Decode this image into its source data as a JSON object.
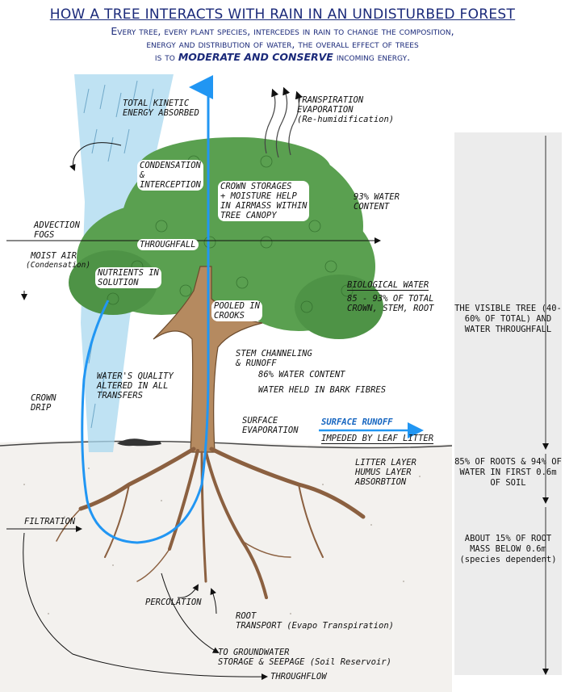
{
  "header": {
    "title": "HOW A TREE INTERACTS WITH RAIN IN AN UNDISTURBED FOREST",
    "subtitle_line1": "Every tree, every plant species, intercedes in rain to change the composition,",
    "subtitle_line2": "energy and distribution of water, the overall effect of trees",
    "subtitle_line3_pre": "is to",
    "subtitle_emphasis": "MODERATE AND CONSERVE",
    "subtitle_line3_post": "incoming energy."
  },
  "labels": {
    "kinetic": "TOTAL KINETIC\nENERGY ABSORBED",
    "transpiration": "TRANSPIRATION\nEVAPORATION\n(Re-humidification)",
    "condensation": "CONDENSATION\n&\nINTERCEPTION",
    "crown_storages": "CROWN STORAGES\n+ MOISTURE HELP\nIN AIRMASS WITHIN\nTREE CANOPY",
    "water_93": "93% WATER\nCONTENT",
    "advection": "ADVECTION\nFOGS",
    "throughfall": "THROUGHFALL",
    "moist_air": "MOIST AIR",
    "moist_air_sub": "(Condensation)",
    "nutrients": "NUTRIENTS IN\nSOLUTION",
    "biological_water": "BIOLOGICAL WATER",
    "biological_water_sub": "85 - 93% OF TOTAL\nCROWN, STEM, ROOT",
    "pooled": "POOLED IN\nCROOKS",
    "stem_channeling": "STEM CHANNELING\n& RUNOFF",
    "water_86": "86% WATER CONTENT",
    "waters_quality": "WATER'S QUALITY\nALTERED IN ALL\nTRANSFERS",
    "crown_drip": "CROWN\nDRIP",
    "bark": "WATER HELD IN BARK FIBRES",
    "surface_evap": "SURFACE\nEVAPORATION",
    "surface_runoff": "SURFACE RUNOFF",
    "leaf_litter": "IMPEDED BY LEAF LITTER",
    "litter_layer": "LITTER LAYER\nHUMUS LAYER\nABSORBTION",
    "filtration": "FILTRATION",
    "percolation": "PERCOLATION",
    "root_transport": "ROOT\nTRANSPORT (Evapo Transpiration)",
    "groundwater": "TO GROUNDWATER\nSTORAGE & SEEPAGE (Soil Reservoir)",
    "throughflow": "THROUGHFLOW"
  },
  "sidebar": {
    "visible_tree": "THE VISIBLE TREE\n(40-60% OF TOTAL)\nAND WATER\nTHROUGHFALL",
    "roots_85": "85% OF ROOTS &\n94% OF WATER\nIN FIRST\n0.6m OF SOIL",
    "root_mass": "ABOUT 15% OF\nROOT MASS\nBELOW 0.6m\n(species dependent)"
  },
  "colors": {
    "title": "#1b2a7a",
    "flow_arrow": "#2196f3",
    "foliage": "#5aa050",
    "foliage_dark": "#2f6b2a",
    "trunk": "#8b6040",
    "rain": "#a9d8ef",
    "sidebar": "#ececec"
  }
}
